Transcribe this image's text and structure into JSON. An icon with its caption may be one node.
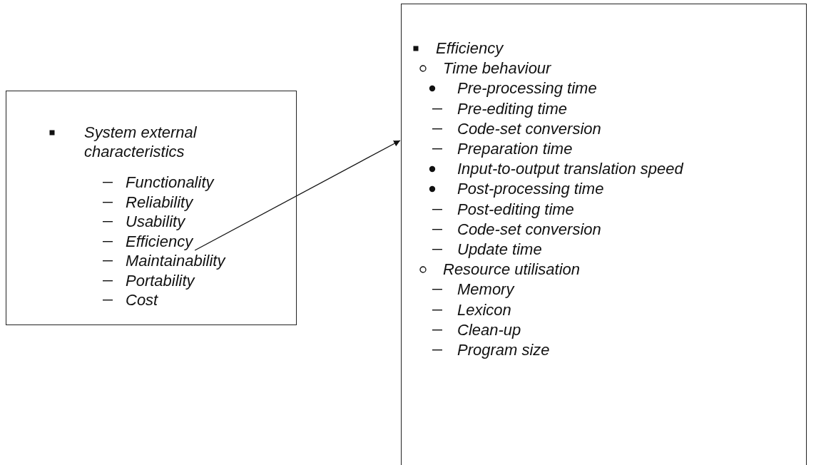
{
  "diagram": {
    "nodes": [
      {
        "text": [],
        "shape": "box"
      },
      {
        "text": [
          "System external characteristics"
        ],
        "in": 0
      },
      {
        "text": [
          "Functionality"
        ],
        "in": 0
      },
      {
        "text": [
          "Reliability"
        ],
        "in": 0
      },
      {
        "text": [
          "Usability"
        ],
        "in": 0
      },
      {
        "text": [
          "Efficiency"
        ],
        "in": 0
      },
      {
        "text": [
          "Maintainability"
        ],
        "in": 0
      },
      {
        "text": [
          "Portability"
        ],
        "in": 0
      },
      {
        "text": [
          "Cost"
        ],
        "in": 0
      },
      {
        "text": [
          "Efficiency",
          "Time behaviour",
          "Pre-processing time",
          "Pre-editing time",
          "Code-set conversion",
          "Preparation time",
          "Input-to-output translation speed",
          "Post-processing time",
          "Post-editing time",
          "Code-set conversion",
          "Update time",
          "Resource utilisation",
          "Memory",
          "Lexicon",
          "Clean-up",
          "Program size"
        ]
      }
    ],
    "edges": [
      {
        "from": 5,
        "to": 9,
        "arrow": "to"
      }
    ]
  }
}
